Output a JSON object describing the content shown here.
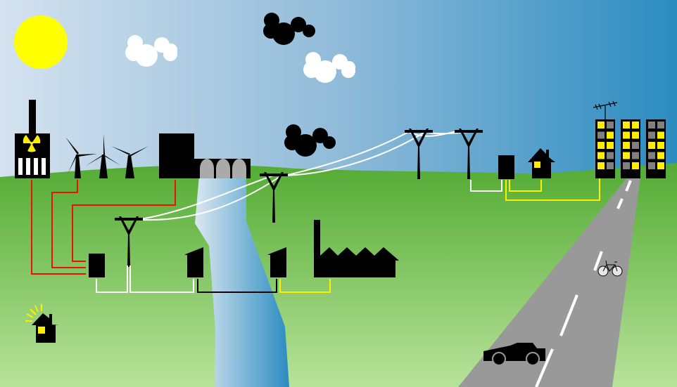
{
  "scene": {
    "title": "",
    "colors": {
      "sky_left": "#d4e2ef",
      "sky_right": "#2b8cc0",
      "grass_top": "#53ab33",
      "grass_bottom": "#b8e39a",
      "sun": "#ffff00",
      "river_left": "#dbe7f2",
      "river_right": "#2b8cc0",
      "road": "#999999",
      "lit_window": "#ffee00",
      "dark_window": "#808080",
      "feeder_line": "#ee1100",
      "hv_line": "#ffffff",
      "lv_line": "#ffee00",
      "mv_line": "#000000"
    },
    "elements": [
      "sun",
      "white-cloud",
      "black-cloud",
      "nuclear-plant",
      "wind-turbine",
      "power-plant",
      "dam",
      "river",
      "transmission-tower",
      "transformer",
      "factory",
      "house",
      "apartment-building",
      "antenna",
      "road",
      "car",
      "bicycle",
      "solar-house"
    ],
    "apartment_windows": [
      [
        [
          "lit",
          "dark"
        ],
        [
          "dark",
          "lit"
        ],
        [
          "lit",
          "lit"
        ],
        [
          "lit",
          "dark"
        ],
        [
          "lit",
          "dark"
        ]
      ],
      [
        [
          "lit",
          "lit"
        ],
        [
          "lit",
          "lit"
        ],
        [
          "lit",
          "dark"
        ],
        [
          "lit",
          "dark"
        ],
        [
          "dark",
          "lit"
        ]
      ],
      [
        [
          "dark",
          "dark"
        ],
        [
          "dark",
          "lit"
        ],
        [
          "lit",
          "lit"
        ],
        [
          "dark",
          "lit"
        ],
        [
          "dark",
          "lit"
        ]
      ]
    ]
  }
}
